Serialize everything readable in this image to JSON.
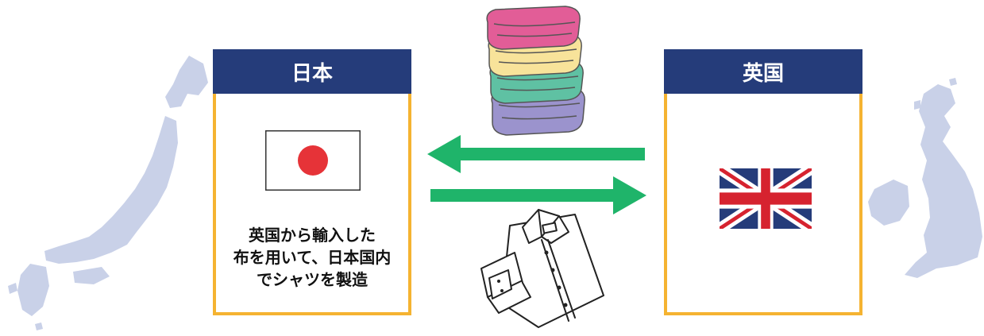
{
  "japan": {
    "title": "日本",
    "caption_lines": [
      "英国から輸入した",
      "布を用いて、日本国内",
      "でシャツを製造"
    ]
  },
  "uk": {
    "title": "英国"
  },
  "colors": {
    "header_bg": "#253c7a",
    "card_border": "#f5b331",
    "arrow": "#1fb46a",
    "map": "#c9d1e8",
    "japan_sun": "#e63338",
    "union_blue": "#253c7a",
    "union_red": "#d6232f"
  },
  "icons": {
    "fabric": "folded-fabric-stack-icon",
    "shirt": "folded-shirt-icon"
  }
}
